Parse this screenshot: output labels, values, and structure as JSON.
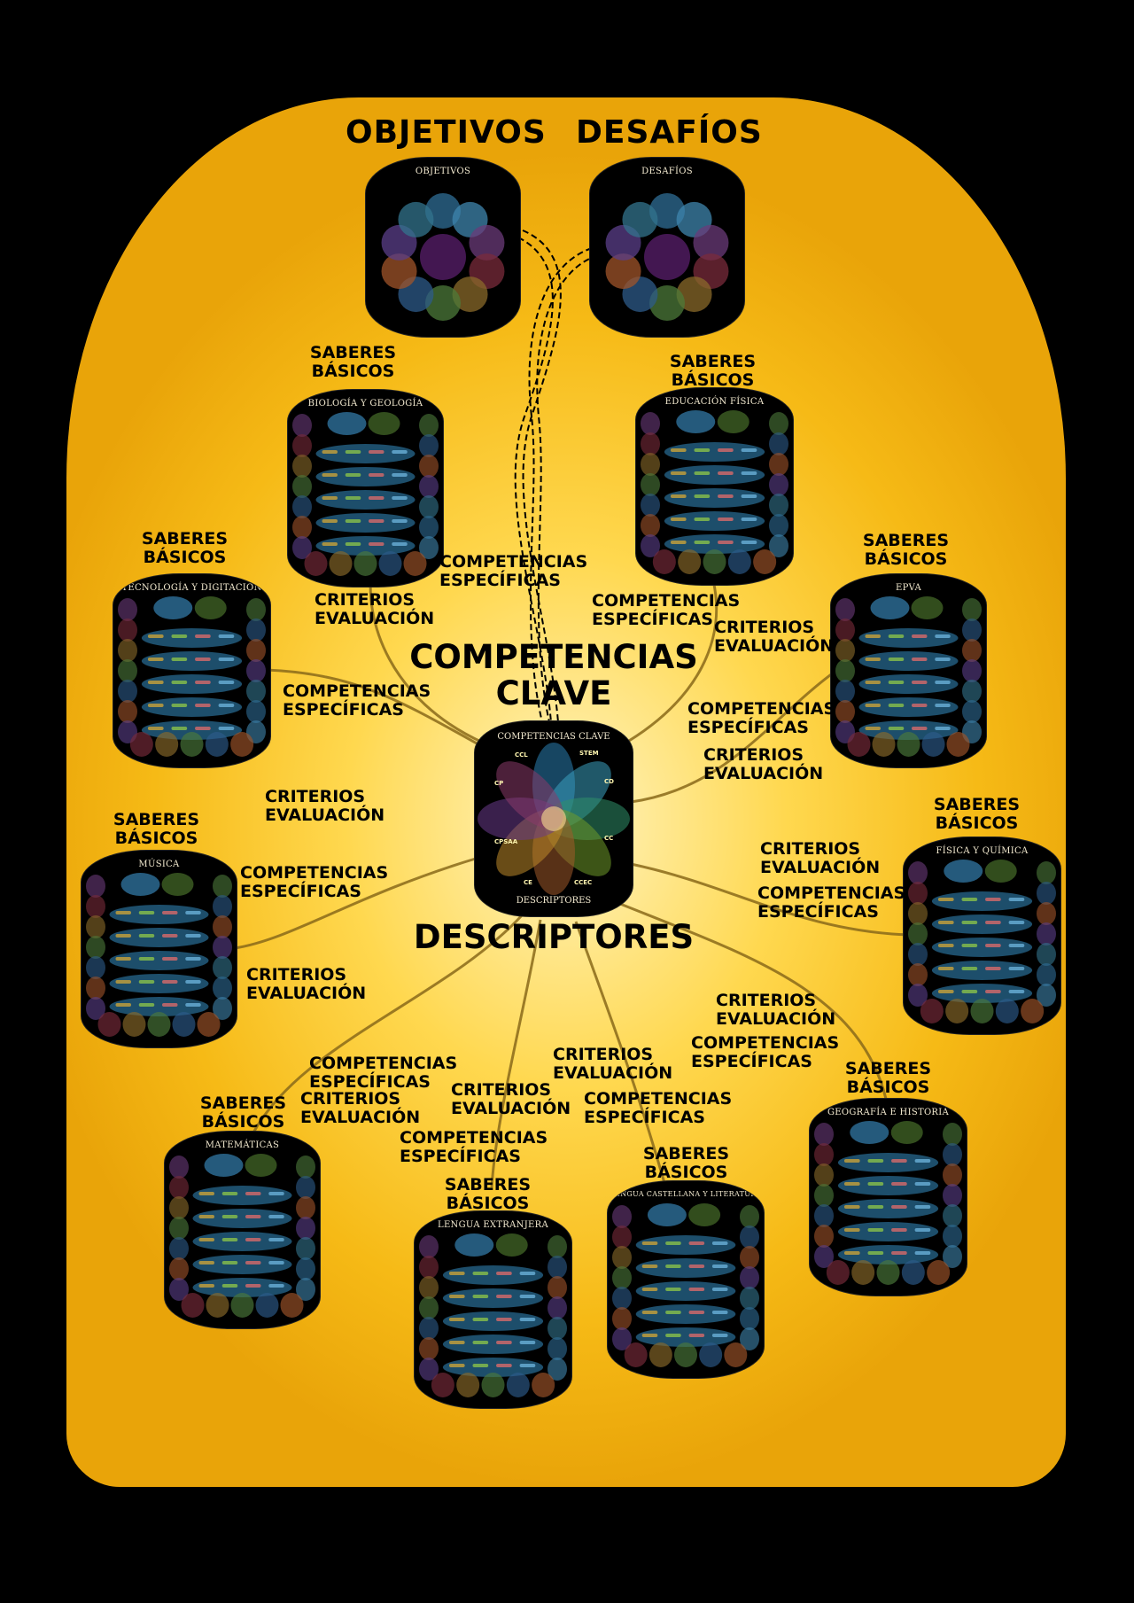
{
  "headings": {
    "objetivos": "OBJETIVOS",
    "desafios": "DESAFÍOS",
    "competencias_clave": "COMPETENCIAS\nCLAVE",
    "descriptores": "DESCRIPTORES"
  },
  "common_labels": {
    "saberes": "SABERES\nBÁSICOS",
    "competencias": "COMPETENCIAS\nESPECÍFICAS",
    "criterios": "CRITERIOS\nEVALUACIÓN"
  },
  "top_nodes": {
    "objetivos_title": "OBJETIVOS",
    "desafios_title": "DESAFÍOS"
  },
  "center_node": {
    "title": "COMPETENCIAS CLAVE",
    "footer": "DESCRIPTORES",
    "tags": [
      "CCL",
      "STEM",
      "CP",
      "CD",
      "CPSAA",
      "CC",
      "CE",
      "CCEC"
    ]
  },
  "subjects": [
    "BIOLOGÍA Y GEOLOGÍA",
    "EDUCACIÓN FÍSICA",
    "TECNOLOGÍA Y DIGITACIÓN",
    "EPVA",
    "MÚSICA",
    "FÍSICA Y QUÍMICA",
    "MATEMÁTICAS",
    "LENGUA EXTRANJERA",
    "LENGUA CASTELLANA Y LITERATURA",
    "GEOGRAFÍA E HISTORIA"
  ],
  "colors": {
    "background": "#000000",
    "board": "#f6ba16",
    "board_center": "#fff4c2",
    "node": "#000000"
  }
}
